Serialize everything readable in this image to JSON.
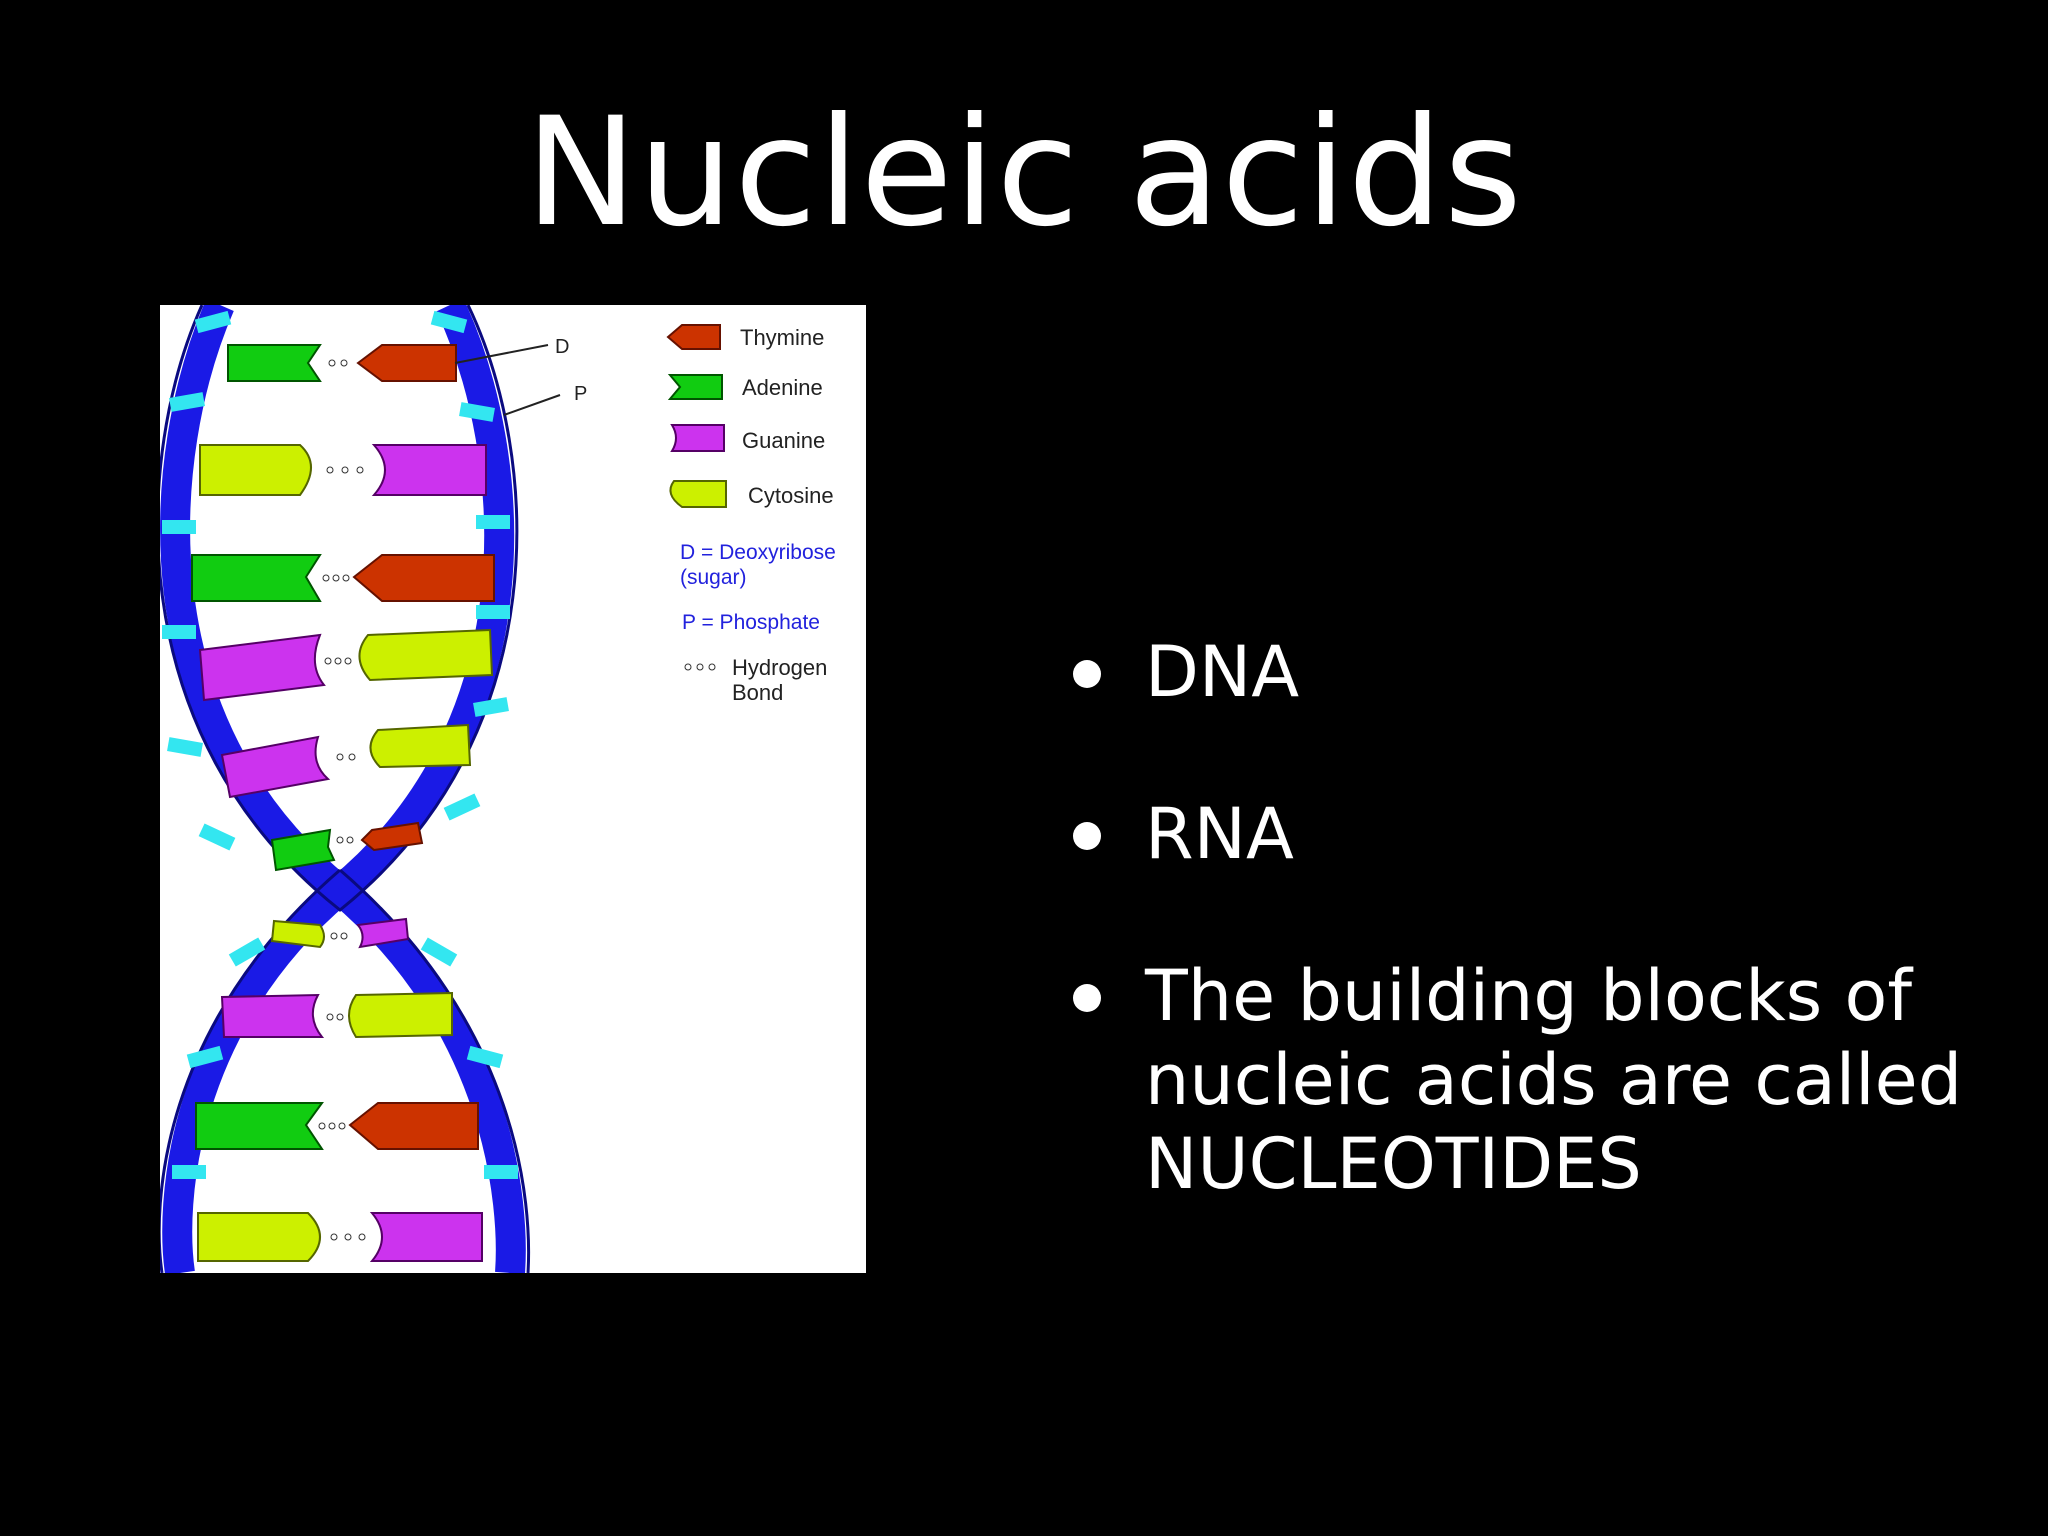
{
  "slide": {
    "title": "Nucleic acids",
    "bullets": [
      "DNA",
      "RNA",
      "The building blocks of nucleic acids are called NUCLEOTIDES"
    ]
  },
  "diagram": {
    "strand_labels": {
      "sugar": "D",
      "phosphate": "P"
    },
    "legend": {
      "thymine": "Thymine",
      "adenine": "Adenine",
      "guanine": "Guanine",
      "cytosine": "Cytosine",
      "deoxyribose_line1": "D = Deoxyribose",
      "deoxyribose_line2": "(sugar)",
      "phosphate": "P = Phosphate",
      "hbond_line1": "Hydrogen",
      "hbond_line2": "Bond"
    },
    "colors": {
      "backbone": "#1a1ae6",
      "phosphate": "#33e6f0",
      "thymine": "#cc3300",
      "adenine": "#11cc11",
      "guanine": "#cc33ee",
      "cytosine": "#ccf000",
      "legend_blue": "#2222dd"
    },
    "base_pairs": [
      [
        "adenine",
        "thymine"
      ],
      [
        "cytosine",
        "guanine"
      ],
      [
        "adenine",
        "thymine"
      ],
      [
        "guanine",
        "cytosine"
      ],
      [
        "guanine",
        "cytosine"
      ],
      [
        "adenine",
        "thymine"
      ],
      [
        "cytosine",
        "guanine"
      ],
      [
        "guanine",
        "cytosine"
      ],
      [
        "adenine",
        "thymine"
      ],
      [
        "cytosine",
        "guanine"
      ]
    ]
  }
}
